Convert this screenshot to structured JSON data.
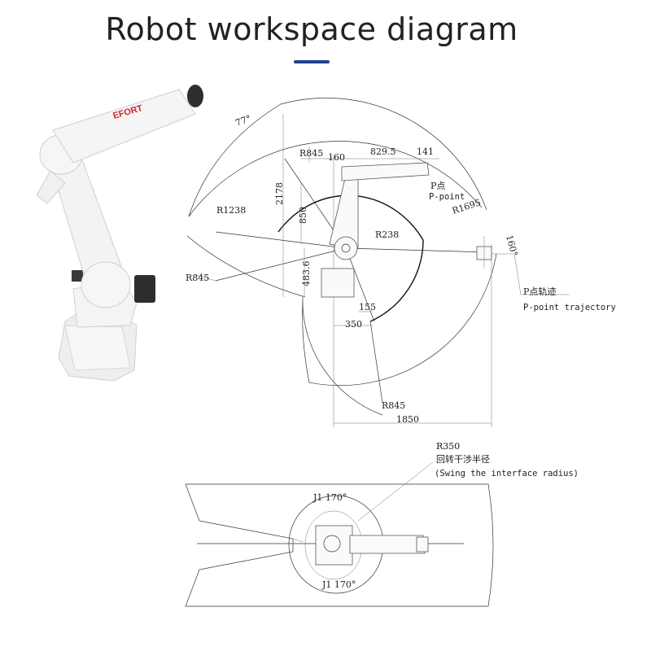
{
  "title": "Robot workspace diagram",
  "colors": {
    "accent": "#1f3f8c",
    "robot_body": "#f2f2f2",
    "motor": "#2e2e2e",
    "logo": "#d4262c"
  },
  "robot": {
    "brand": "EFORT"
  },
  "side_view": {
    "angle_top": "77°",
    "angle_right": "160°",
    "r845_top": "R845",
    "r1238": "R1238",
    "r845_left": "R845",
    "r238": "R238",
    "r1695": "R1695",
    "r845_bottom": "R845",
    "dim_160": "160",
    "dim_829_5": "829.5",
    "dim_141": "141",
    "dim_2178": "2178",
    "dim_850": "850",
    "dim_483_6": "483.6",
    "dim_155": "155",
    "dim_350": "350",
    "dim_1850": "1850",
    "p_point_cn": "P点",
    "p_point_en": "P-point",
    "p_traj_cn": "P点轨迹",
    "p_traj_en": "P-point trajectory"
  },
  "top_view": {
    "r350": "R350",
    "swing_cn": "回转干涉半径",
    "swing_en": "(Swing the interface radius)",
    "j1_top": "J1 170°",
    "j1_bottom": "J1 170°"
  }
}
